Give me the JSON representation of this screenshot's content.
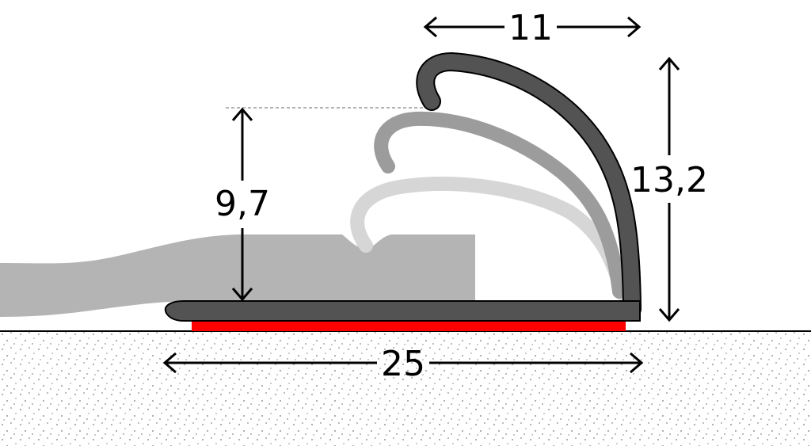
{
  "diagram": {
    "dimensions": {
      "top_width": "11",
      "total_height": "13,2",
      "inner_height": "9,7",
      "base_width": "25"
    },
    "colors": {
      "profile_dark": "#545354",
      "profile_mid": "#9c9c9c",
      "profile_light": "#d6d6d6",
      "floor_covering": "#b4b4b4",
      "adhesive_strip": "#ff0000",
      "subfloor_dots": "#a8a8a8",
      "line": "#000000"
    }
  }
}
